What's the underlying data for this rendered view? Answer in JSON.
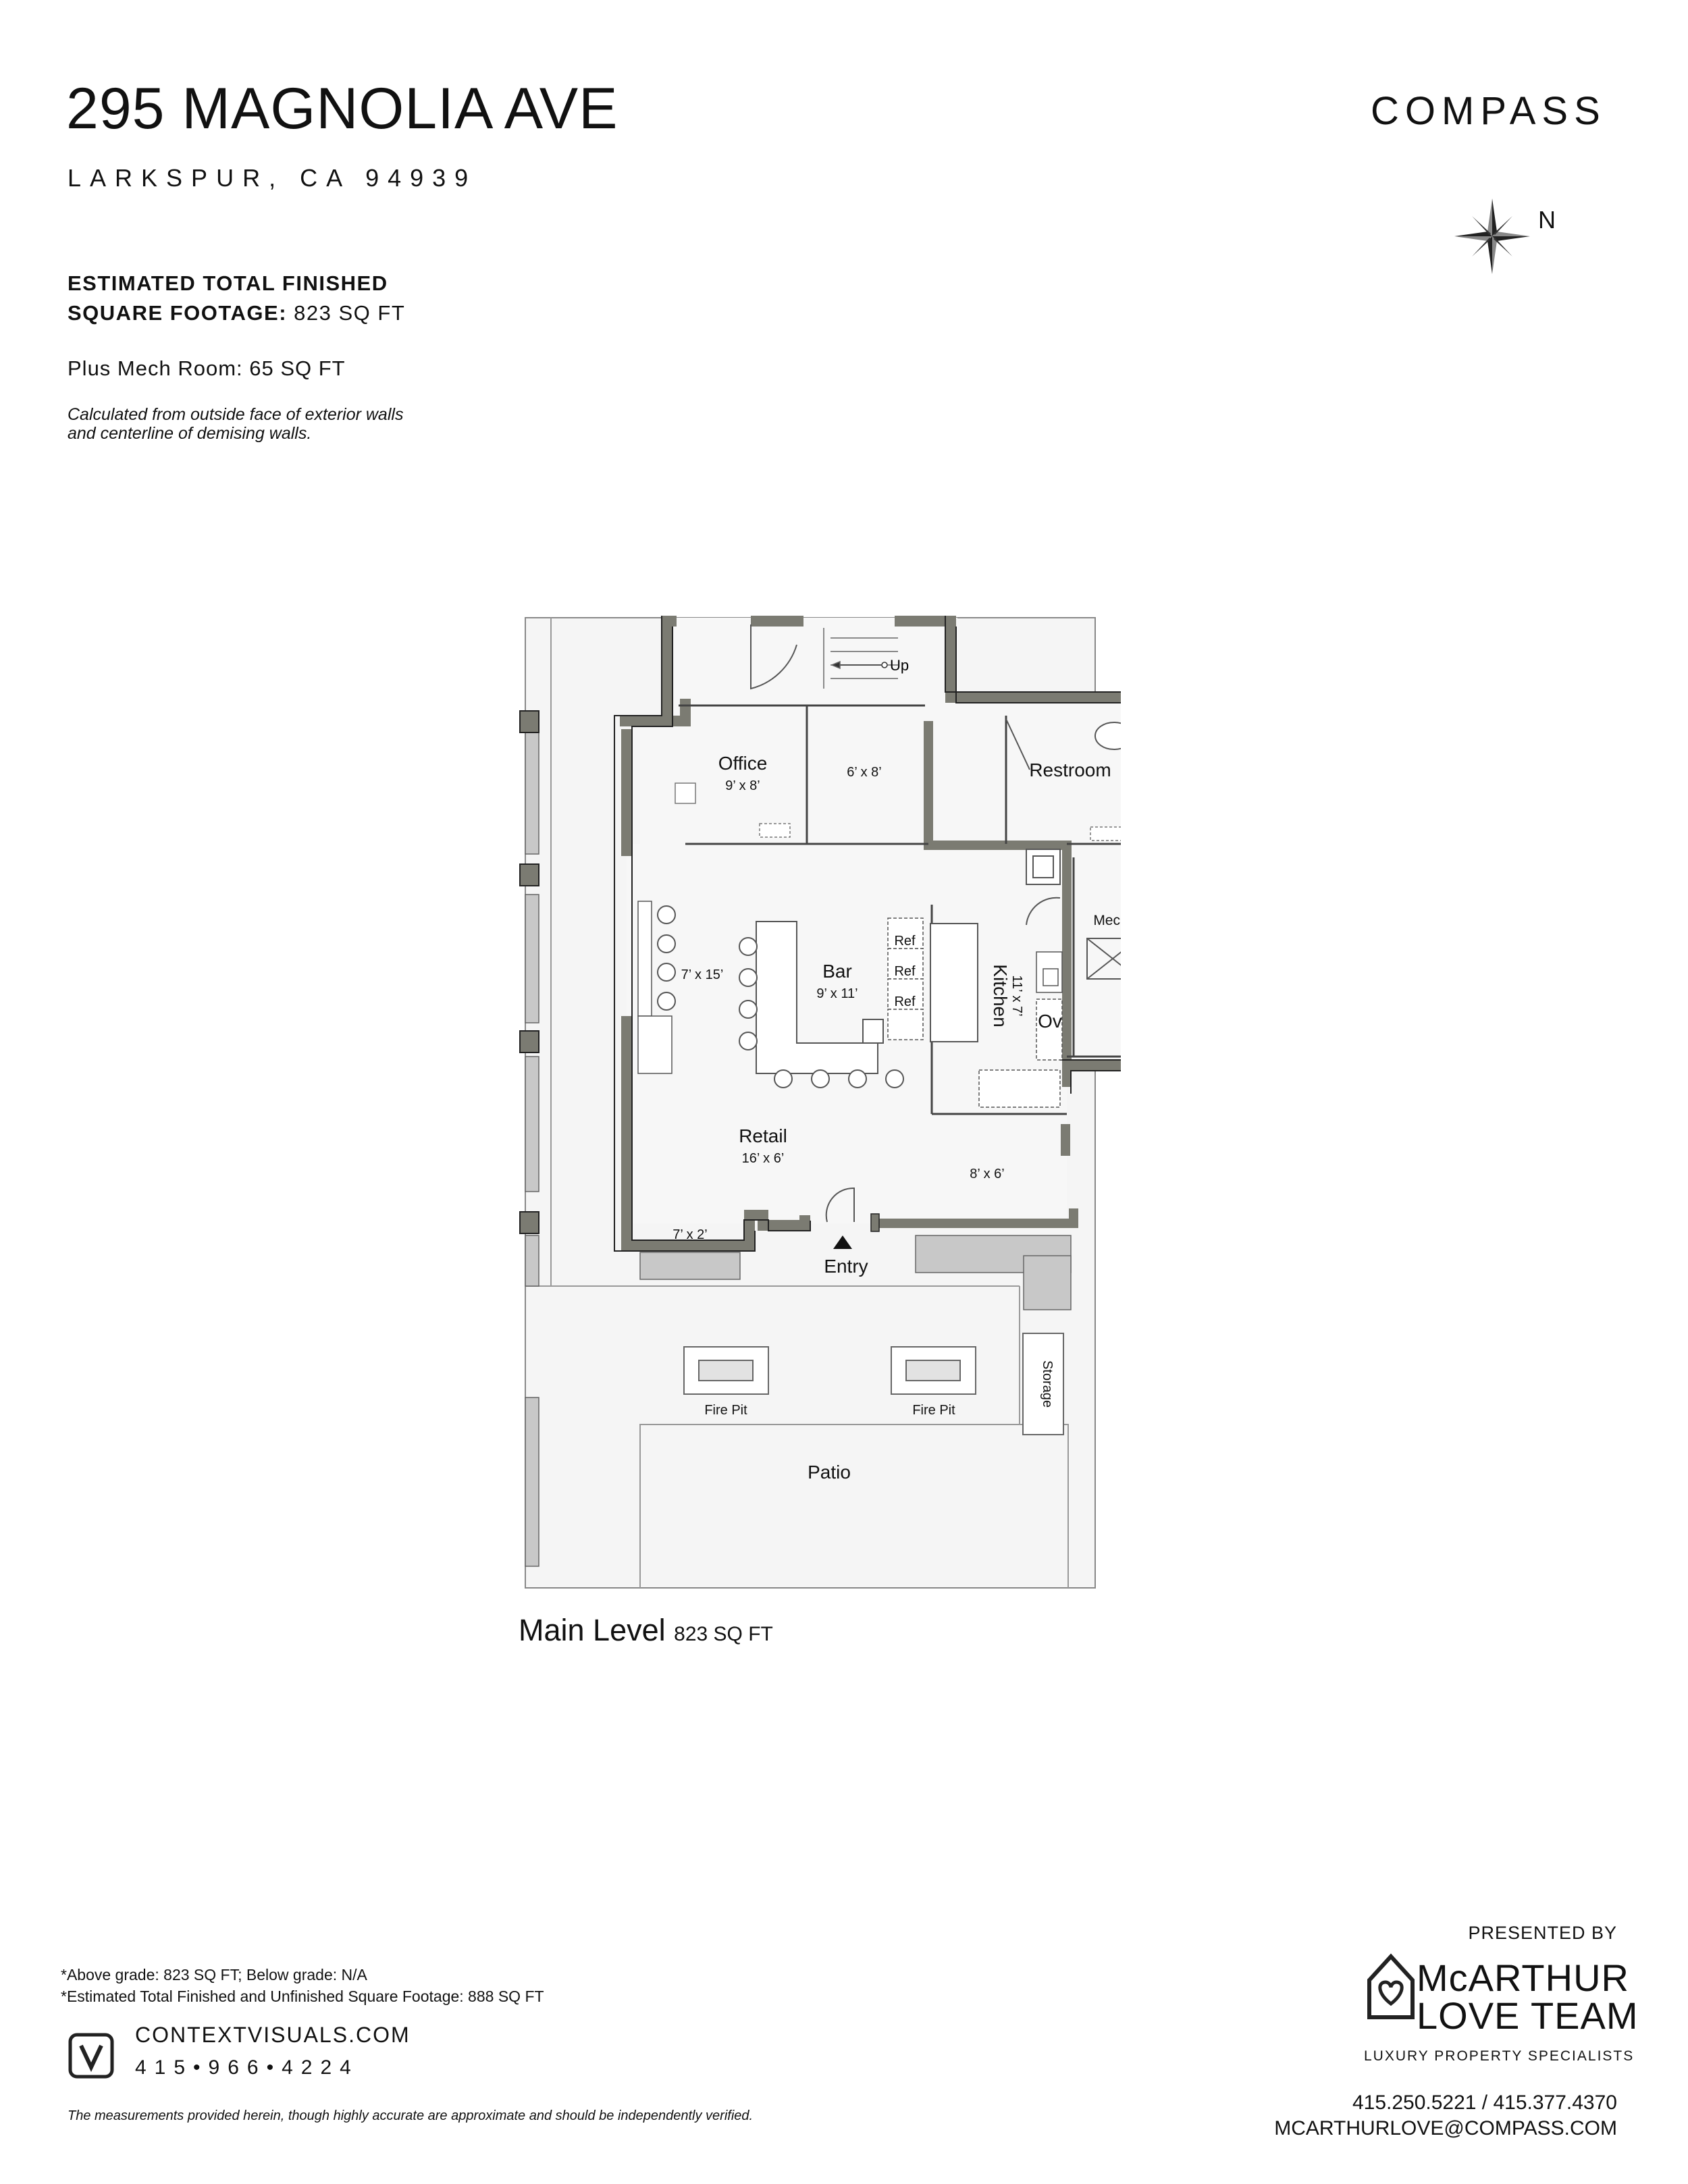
{
  "header": {
    "address": "295 MAGNOLIA AVE",
    "city": "LARKSPUR, CA 94939",
    "brand": "COMPASS",
    "north_label": "N"
  },
  "summary": {
    "sqft_label_line1": "ESTIMATED TOTAL FINISHED",
    "sqft_label_line2": "SQUARE FOOTAGE:",
    "sqft_value": "823 SQ FT",
    "mech_room": "Plus Mech Room: 65 SQ FT",
    "calc_note_line1": "Calculated from outside face of exterior walls",
    "calc_note_line2": "and centerline of demising walls."
  },
  "plan": {
    "up_label": "Up",
    "rooms": {
      "office": "Office",
      "office_dim": "9’ x 8’",
      "closet_dim": "6’ x 8’",
      "restroom": "Restroom",
      "mech": "Mech",
      "bar": "Bar",
      "bar_dim": "9’ x 11’",
      "seating_dim": "7’ x 15’",
      "ref_1": "Ref",
      "ref_2": "Ref",
      "ref_3": "Ref",
      "kitchen": "Kitchen",
      "kitchen_dim": "11’ x 7’",
      "oven": "Ov",
      "retail": "Retail",
      "retail_dim": "16’ x 6’",
      "side_dim": "8’ x 6’",
      "nook_dim": "7’ x 2’",
      "entry": "Entry",
      "storage": "Storage",
      "fire_pit_1": "Fire Pit",
      "fire_pit_2": "Fire Pit",
      "patio": "Patio"
    },
    "level_name": "Main Level",
    "level_sqft": "823 SQ FT"
  },
  "footer": {
    "above_grade": "*Above grade: 823 SQ FT; Below grade: N/A",
    "total_estimate": "*Estimated Total Finished and Unfinished Square Footage: 888 SQ FT",
    "cv_url": "CONTEXTVISUALS.COM",
    "cv_phone": "415•966•4224",
    "disclaimer": "The measurements provided herein, though highly accurate are approximate and should be independently verified.",
    "presented_by": "PRESENTED BY",
    "team_line1": "McARTHUR",
    "team_line2": "LOVE TEAM",
    "tagline": "LUXURY PROPERTY SPECIALISTS",
    "phones": "415.250.5221 / 415.377.4370",
    "email": "MCARTHURLOVE@COMPASS.COM"
  },
  "colors": {
    "wall": "#7b7b72",
    "wall_stroke": "#2a2a2a",
    "floor": "#f5f5f5",
    "text": "#111111"
  }
}
